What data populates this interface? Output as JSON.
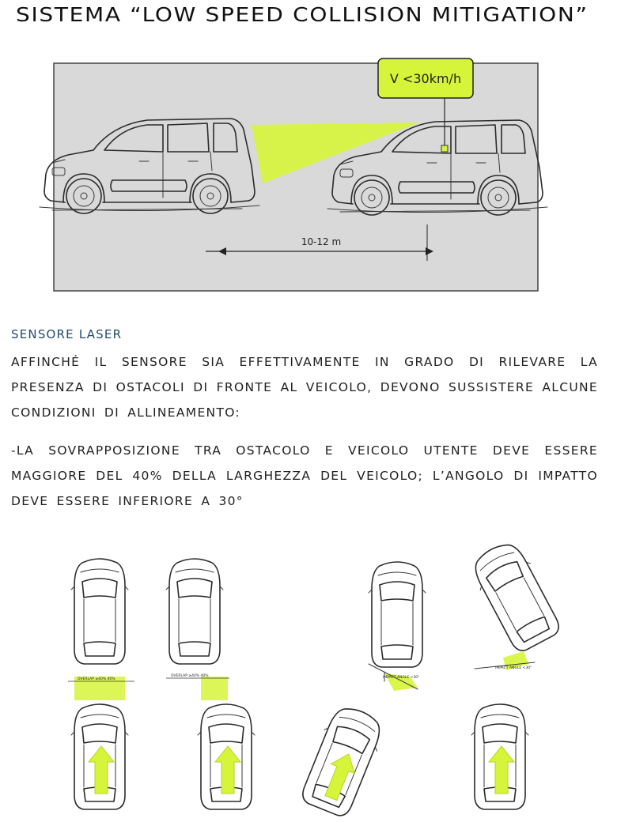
{
  "title": "SISTEMA “LOW SPEED COLLISION MITIGATION”",
  "speed_label": "V <30km/h",
  "distance_label": "10-12 m",
  "section_heading": "SENSORE LASER",
  "paragraph_1": "AFFINCHÉ IL SENSORE  SIA EFFETTIVAMENTE IN GRADO DI RILEVARE LA PRESENZA DI OSTACOLI DI FRONTE AL VEICOLO, DEVONO SUSSISTERE ALCUNE CONDIZIONI DI ALLINEAMENTO:",
  "paragraph_2": "-LA SOVRAPPOSIZIONE TRA OSTACOLO E VEICOLO UTENTE DEVE ESSERE MAGGIORE DEL 40% DELLA LARGHEZZA DEL VEICOLO; L’ANGOLO DI IMPATTO DEVE ESSERE INFERIORE A 30°",
  "overlap_label_1": "OVERLAP ≥40% 40%",
  "overlap_label_2": "OVERLAP ≥40% 40%",
  "impact_label_1": "IMPACT ANGLE <30°",
  "impact_label_2": "IMPACT ANGLE <30°",
  "colors": {
    "accent": "#d6f53a",
    "panel": "#d9d9d9",
    "heading": "#244a6e"
  }
}
